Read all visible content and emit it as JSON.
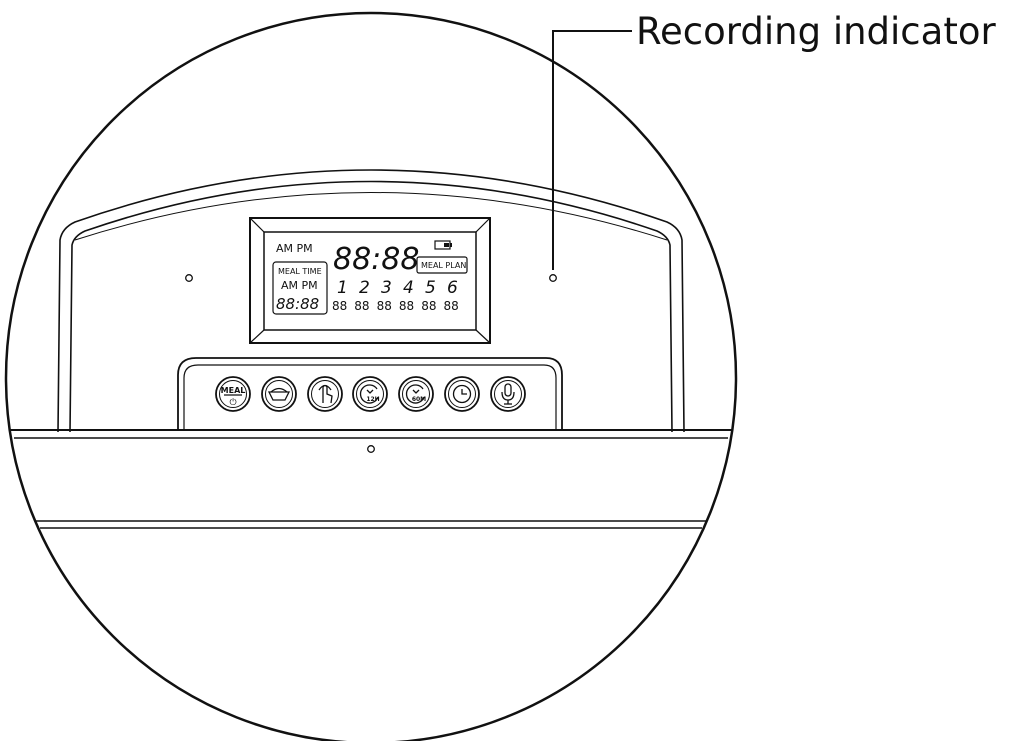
{
  "callout": {
    "label": "Recording indicator"
  },
  "lcd": {
    "am_pm": "AM PM",
    "main_time": "88:88",
    "meal_time_label": "MEAL TIME",
    "meal_time_ampm": "AM PM",
    "meal_time_digits": "88:88",
    "meal_plan_label": "MEAL PLAN",
    "meal_numbers": [
      "1",
      "2",
      "3",
      "4",
      "5",
      "6"
    ],
    "meal_portions": [
      "88",
      "88",
      "88",
      "88",
      "88",
      "88"
    ],
    "battery_icon": "battery-icon"
  },
  "buttons": [
    {
      "name": "meal-power-button",
      "icon": "meal-power-icon",
      "top": "MEAL",
      "bottom": "⏻"
    },
    {
      "name": "food-bowl-button",
      "icon": "food-bowl-icon"
    },
    {
      "name": "manual-feed-button",
      "icon": "hand-touch-icon"
    },
    {
      "name": "12h-timer-button",
      "icon": "timer-12h-icon",
      "label": "12H"
    },
    {
      "name": "60m-timer-button",
      "icon": "timer-60m-icon",
      "label": "60M"
    },
    {
      "name": "clock-button",
      "icon": "clock-icon"
    },
    {
      "name": "microphone-button",
      "icon": "microphone-icon"
    }
  ]
}
